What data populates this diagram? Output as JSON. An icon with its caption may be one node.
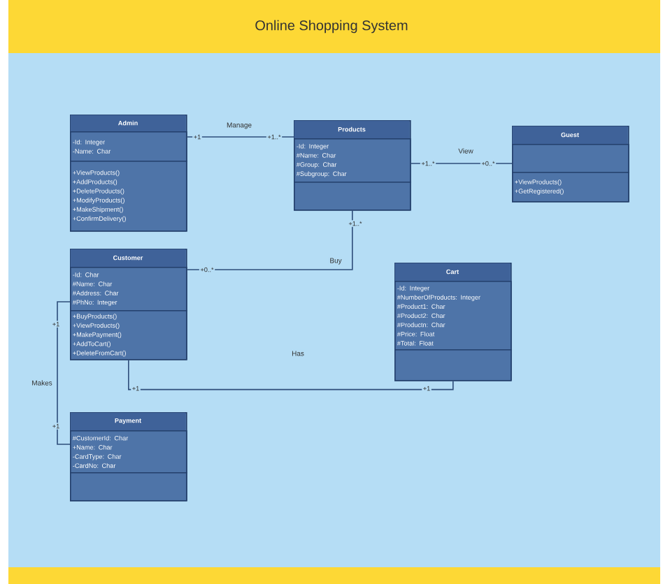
{
  "diagram": {
    "title": "Online Shopping System",
    "nodes": [
      {
        "text": [
          "Admin"
        ]
      },
      {
        "text": [
          "-Id: Integer",
          "-Name: Char"
        ],
        "in": 0
      },
      {
        "text": [
          "+ViewProducts()",
          "+AddProducts()",
          "+DeleteProducts()",
          "+ModifyProducts()",
          "+MakeShipment()",
          "+ConfirmDelivery()"
        ],
        "in": 0
      },
      {
        "text": [
          "Products"
        ]
      },
      {
        "text": [
          "-Id: Integer",
          "#Name: Char",
          "#Group: Char",
          "#Subgroup: Char"
        ],
        "in": 3
      },
      {
        "text": [],
        "shape": "box",
        "in": 3
      },
      {
        "text": [
          "Guest"
        ]
      },
      {
        "text": [],
        "shape": "box",
        "in": 6
      },
      {
        "text": [
          "+ViewProducts()",
          "+GetRegistered()"
        ],
        "in": 6
      },
      {
        "text": [
          "Customer"
        ]
      },
      {
        "text": [
          "-Id: Char",
          "#Name: Char",
          "#Address: Char",
          "#PhNo: Integer"
        ],
        "in": 9
      },
      {
        "text": [
          "+BuyProducts()",
          "+ViewProducts()",
          "+MakePayment()",
          "+AddToCart()",
          "+DeleteFromCart()"
        ],
        "in": 9
      },
      {
        "text": [
          "Cart"
        ]
      },
      {
        "text": [
          "-Id: Integer",
          "#NumberOfProducts: Integer",
          "#Product1: Char",
          "#Product2: Char",
          "#Productn: Char",
          "#Price: Float",
          "#Total: Float"
        ],
        "in": 12
      },
      {
        "text": [],
        "shape": "box",
        "in": 12
      },
      {
        "text": [
          "Payment"
        ]
      },
      {
        "text": [
          "#CustomerId: Char",
          "+Name: Char",
          "-CardType: Char",
          "-CardNo: Char"
        ],
        "in": 15
      },
      {
        "text": [],
        "shape": "box",
        "in": 15
      }
    ],
    "edges": [
      {
        "from": 0,
        "to": 3,
        "arrow": "none",
        "label": "Manage"
      },
      {
        "from": 3,
        "to": 6,
        "arrow": "none",
        "label": "View"
      },
      {
        "from": 9,
        "to": 3,
        "arrow": "none",
        "label": "Buy"
      },
      {
        "from": 9,
        "to": 12,
        "arrow": "none",
        "label": "Has"
      },
      {
        "from": 9,
        "to": 15,
        "arrow": "none",
        "label": "Makes"
      }
    ],
    "labels": [
      "+1",
      "+1..*",
      "+1..*",
      "+0..*",
      "+1..*",
      "+0..*",
      "+1",
      "+1",
      "+1",
      "+1"
    ]
  }
}
